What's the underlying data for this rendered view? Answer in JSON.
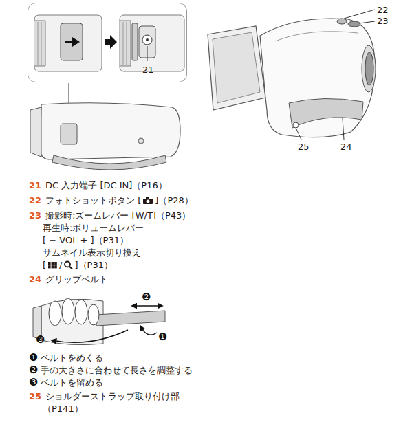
{
  "diagram": {
    "nodes": [
      {
        "text": [
          "21"
        ]
      }
    ],
    "labels": [
      "22",
      "23",
      "25",
      "24",
      "21",
      "DC 入力端子 [DC IN]（P16）",
      "22",
      "フォトショットボタン [",
      "]（P28）",
      "23",
      "撮影時:ズームレバー [W/T]（P43）",
      "再生時:ボリュームレバー",
      "[ − VOL + ]（P31）",
      "サムネイル表示切り換え",
      "[",
      "/",
      "]（P31）",
      "24",
      "グリップベルト",
      "❷",
      "❸",
      "❶",
      "❶",
      "ベルトをめくる",
      "❷",
      "手の大きさに合わせて長さを調整する",
      "❸",
      "ベルトを留める",
      "25",
      "ショルダーストラップ取り付け部",
      "（P141）"
    ]
  }
}
